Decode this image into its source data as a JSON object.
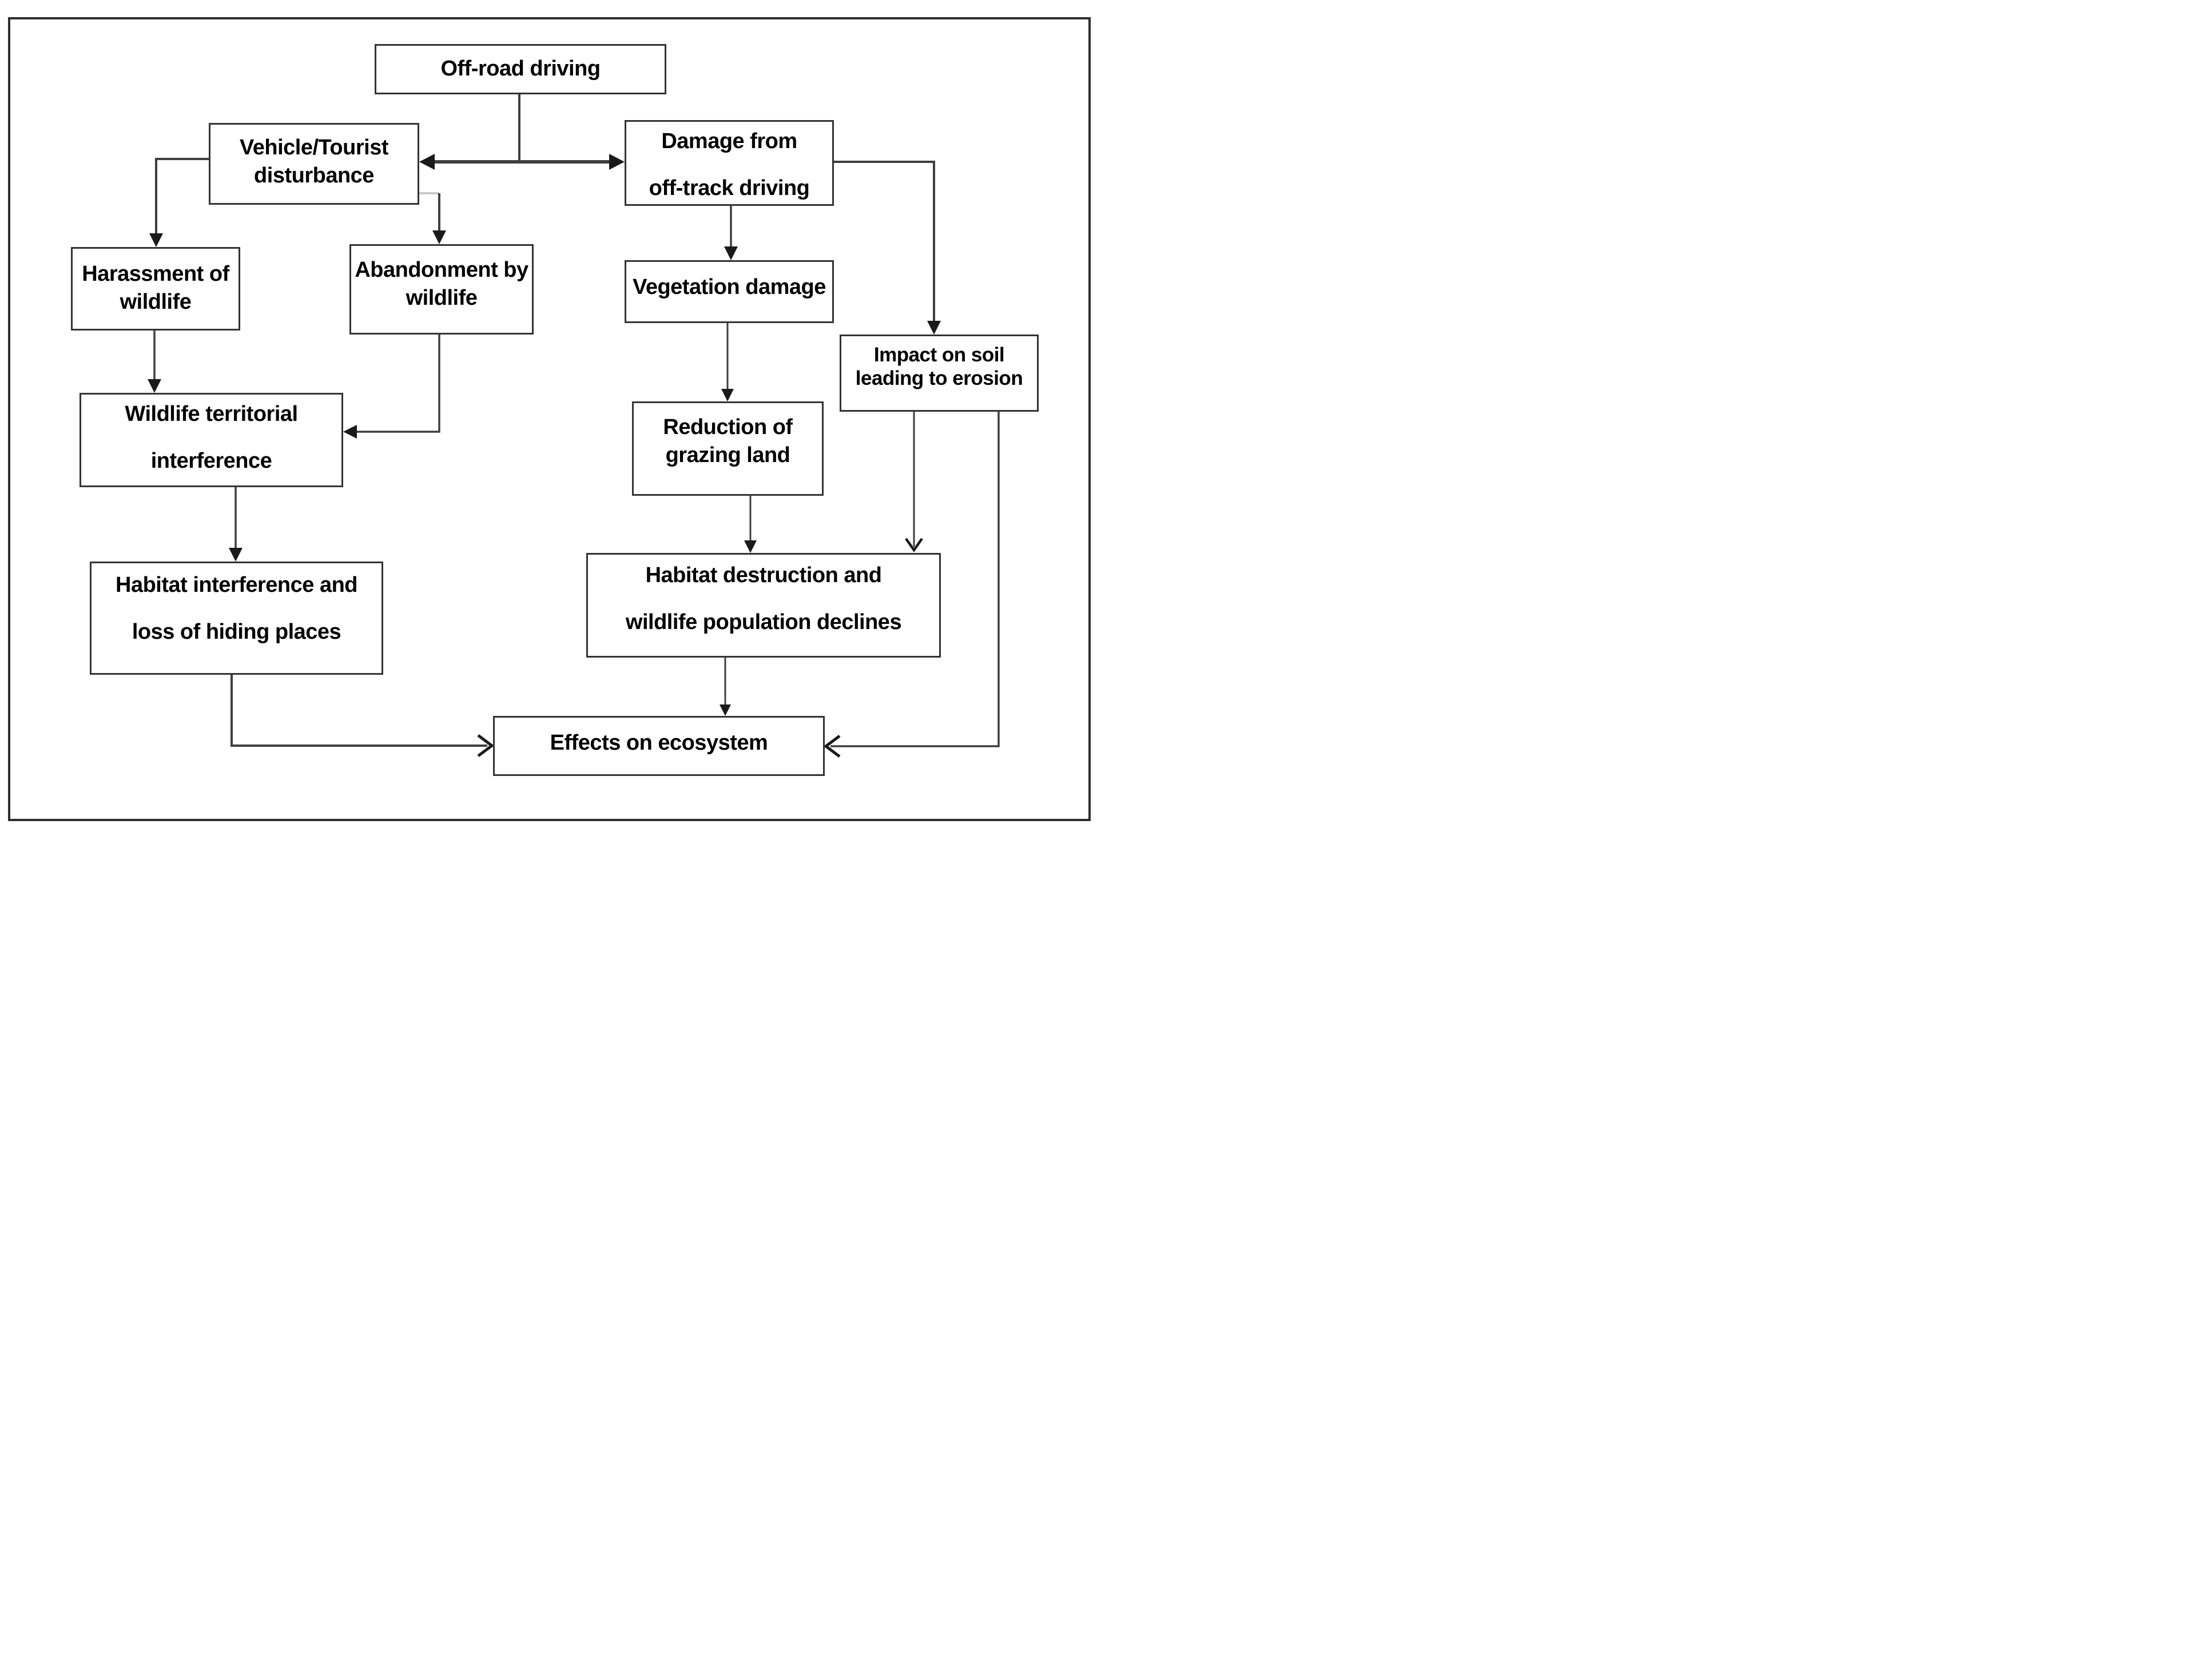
{
  "diagram": {
    "title": "Off-road driving impacts flowchart",
    "type": "flowchart",
    "colors": {
      "background": "#ffffff",
      "box_border": "#333333",
      "outer_border": "#2e2e2e",
      "connector": "#3f3f3f",
      "light_connector": "#c9c9c9",
      "text": "#000000"
    },
    "nodes": {
      "offroad": {
        "label": "Off-road driving"
      },
      "vehicle": {
        "label": "Vehicle/Tourist\ndisturbance"
      },
      "damage": {
        "label": "Damage from\n\noff-track driving"
      },
      "harassment": {
        "label": "Harassment of\nwildlife"
      },
      "abandonment": {
        "label": "Abandonment by\nwildlife"
      },
      "vegetation": {
        "label": "Vegetation damage"
      },
      "impact": {
        "label": "Impact on soil\nleading to erosion"
      },
      "territorial": {
        "label": "Wildlife territorial\n\ninterference"
      },
      "reduction": {
        "label": "Reduction of\ngrazing land"
      },
      "habitat_interference": {
        "label": "Habitat interference and\n\nloss of hiding places"
      },
      "habitat_destruction": {
        "label": "Habitat destruction and\n\nwildlife population declines"
      },
      "effects": {
        "label": "Effects on ecosystem"
      }
    },
    "edges": [
      {
        "from": "offroad",
        "to": "vehicle"
      },
      {
        "from": "offroad",
        "to": "damage"
      },
      {
        "from": "vehicle",
        "to": "harassment"
      },
      {
        "from": "vehicle",
        "to": "abandonment"
      },
      {
        "from": "harassment",
        "to": "territorial"
      },
      {
        "from": "abandonment",
        "to": "territorial"
      },
      {
        "from": "territorial",
        "to": "habitat_interference"
      },
      {
        "from": "habitat_interference",
        "to": "effects"
      },
      {
        "from": "damage",
        "to": "vegetation"
      },
      {
        "from": "damage",
        "to": "impact"
      },
      {
        "from": "vegetation",
        "to": "reduction"
      },
      {
        "from": "reduction",
        "to": "habitat_destruction"
      },
      {
        "from": "impact",
        "to": "habitat_destruction"
      },
      {
        "from": "impact",
        "to": "effects"
      },
      {
        "from": "habitat_destruction",
        "to": "effects"
      }
    ]
  }
}
